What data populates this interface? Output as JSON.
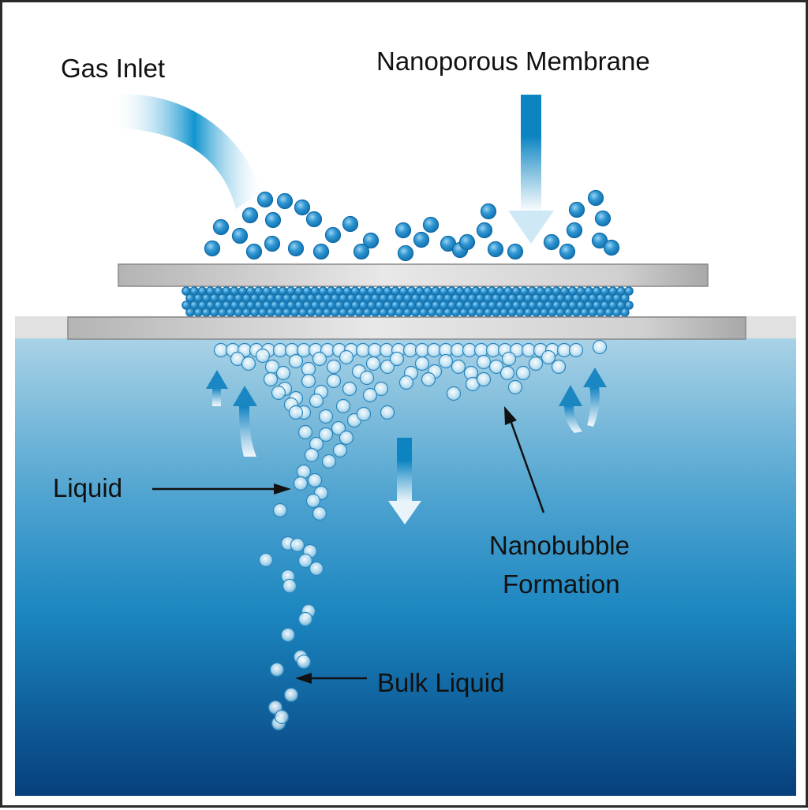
{
  "diagram": {
    "title": "Nanobubble generation through a nanoporous membrane",
    "labels": {
      "gas_inlet": "Gas Inlet",
      "nanoporous_membrane": "Nanoporous Membrane",
      "liquid": "Liquid",
      "nanobubble_formation_line1": "Nanobubble",
      "nanobubble_formation_line2": "Formation",
      "bulk_liquid": "Bulk Liquid"
    },
    "icons": {
      "gas_inlet_arrow": "curved-arrow-icon",
      "membrane_arrow": "down-arrow-icon",
      "flow_down_arrow": "down-arrow-icon",
      "flow_up_arrows": "up-arrow-icon",
      "gas_bubble": "gas-molecule-icon",
      "nanobubble": "nanobubble-icon"
    },
    "colors": {
      "gas_particle": "#1e88c8",
      "membrane_plate": "#cfcfcf",
      "liquid_top": "#a9d2e6",
      "liquid_mid": "#1b86c0",
      "liquid_bottom": "#06417e",
      "arrow_blue": "#0f86c4",
      "text": "#111111"
    }
  }
}
